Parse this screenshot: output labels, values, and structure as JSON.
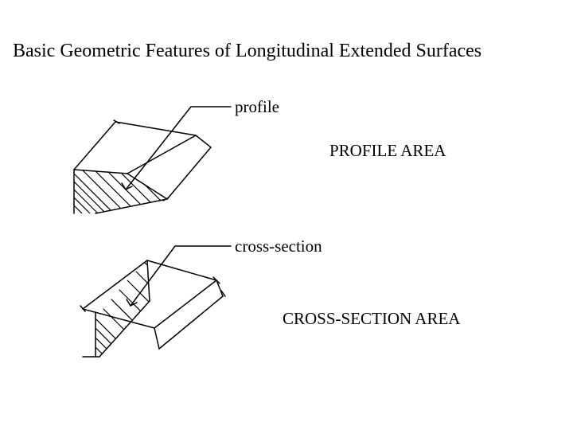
{
  "title": "Basic Geometric Features of Longitudinal Extended Surfaces",
  "labels": {
    "profile": "profile",
    "profile_area": "PROFILE AREA",
    "cross_section": "cross-section",
    "cross_section_area": "CROSS-SECTION AREA"
  }
}
